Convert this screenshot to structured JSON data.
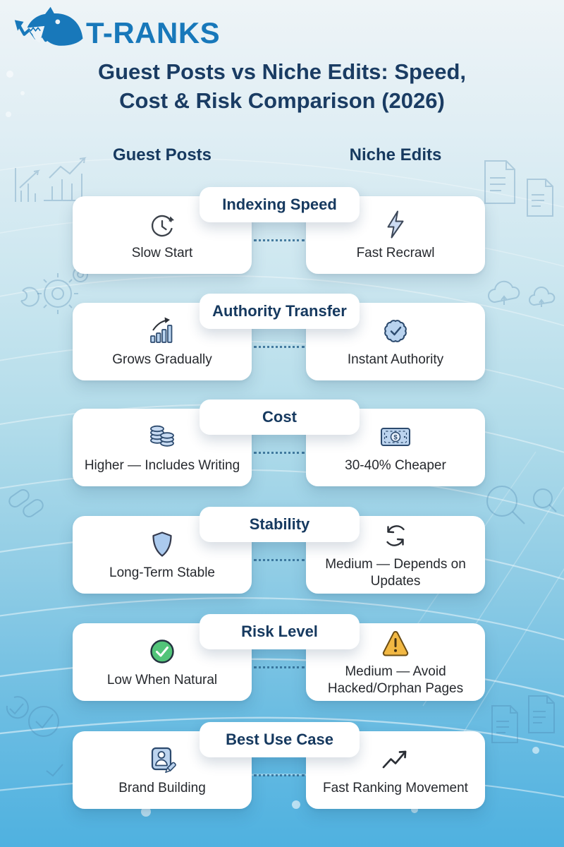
{
  "brand": {
    "name": "T-RANKS",
    "logo_icon": "shark-arrow-icon",
    "logo_color": "#1878ba"
  },
  "title": {
    "line1": "Guest Posts vs Niche Edits: Speed,",
    "line2": "Cost & Risk Comparison (2026)"
  },
  "columns": {
    "left": "Guest Posts",
    "right": "Niche Edits"
  },
  "rows": [
    {
      "category": "Indexing Speed",
      "left": {
        "icon": "clock-icon",
        "label": "Slow Start"
      },
      "right": {
        "icon": "lightning-icon",
        "label": "Fast Recrawl"
      }
    },
    {
      "category": "Authority Transfer",
      "left": {
        "icon": "bar-growth-icon",
        "label": "Grows Gradually"
      },
      "right": {
        "icon": "badge-check-icon",
        "label": "Instant Authority"
      }
    },
    {
      "category": "Cost",
      "left": {
        "icon": "coins-icon",
        "label": "Higher — Includes Writing"
      },
      "right": {
        "icon": "banknote-icon",
        "label": "30-40% Cheaper"
      }
    },
    {
      "category": "Stability",
      "left": {
        "icon": "shield-icon",
        "label": "Long-Term Stable"
      },
      "right": {
        "icon": "sync-icon",
        "label": "Medium — Depends on Updates"
      }
    },
    {
      "category": "Risk Level",
      "left": {
        "icon": "check-circle-icon",
        "label": "Low When Natural"
      },
      "right": {
        "icon": "warning-icon",
        "label": "Medium — Avoid Hacked/Orphan Pages"
      }
    },
    {
      "category": "Best Use Case",
      "left": {
        "icon": "id-card-pencil-icon",
        "label": "Brand Building"
      },
      "right": {
        "icon": "trending-up-icon",
        "label": "Fast Ranking Movement"
      }
    }
  ],
  "colors": {
    "navy_heading": "#16395f",
    "brand_blue": "#1878ba",
    "card_bg": "#ffffff",
    "card_text": "#26292e",
    "icon_fill_light_blue": "#bdd4f0",
    "icon_stroke_navy": "#2c4a6e",
    "success_green": "#52c479",
    "warning_amber": "#f2b843",
    "background_top": "#eef4f7",
    "background_bottom": "#4fb1e0"
  },
  "background": {
    "decoration_icons": [
      "bar-chart-icon",
      "document-icon",
      "gear-icon",
      "cloud-upload-icon",
      "chain-link-icon",
      "magnifier-icon",
      "check-circle-icon"
    ]
  }
}
